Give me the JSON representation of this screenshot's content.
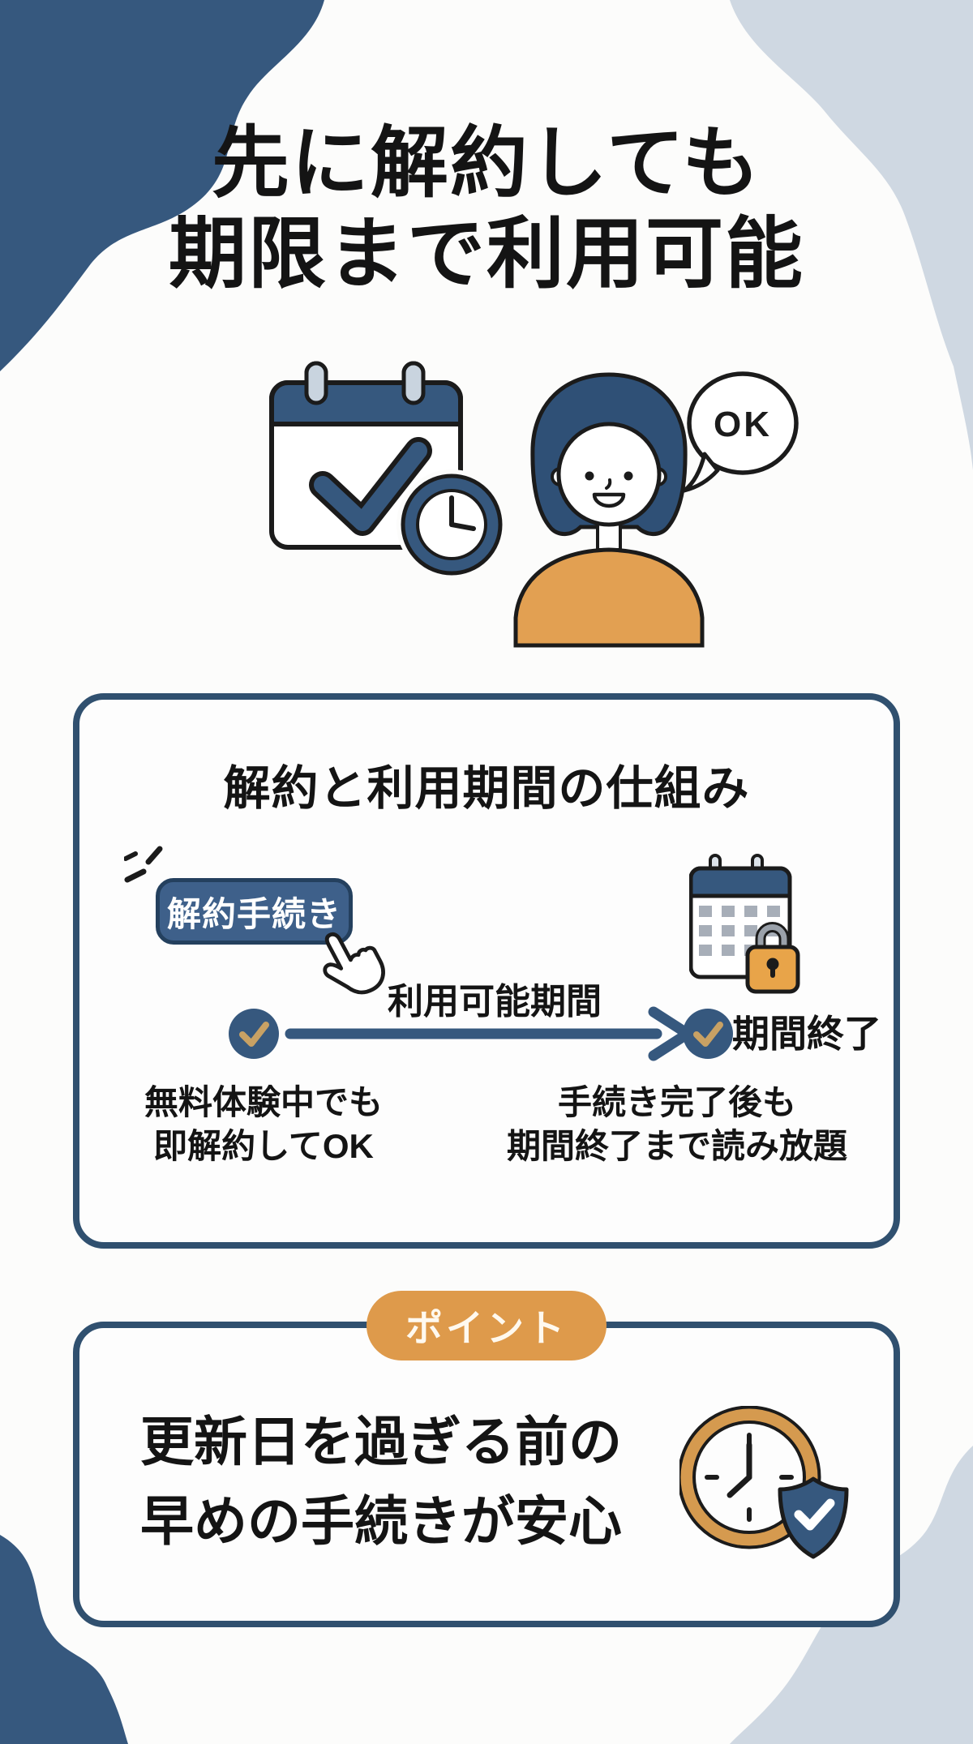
{
  "title": {
    "line1": "先に解約しても",
    "line2": "期限まで利用可能"
  },
  "hero": {
    "bubble_text": "OK"
  },
  "scheme": {
    "title": "解約と利用期間の仕組み",
    "button_label": "解約手続き",
    "period_label": "利用可能期間",
    "end_label": "期間終了",
    "left_caption_line1": "無料体験中でも",
    "left_caption_line2": "即解約してOK",
    "right_caption_line1": "手続き完了後も",
    "right_caption_line2": "期間終了まで読み放題"
  },
  "point": {
    "badge": "ポイント",
    "line1": "更新日を過ぎる前の",
    "line2": "早めの手続きが安心"
  },
  "colors": {
    "navy": "#36587E",
    "border_navy": "#30506F",
    "light_blue": "#CFD8E2",
    "orange": "#DE9A4B",
    "lock_orange": "#E8A449",
    "check_tan": "#C8A164",
    "text": "#141414"
  }
}
